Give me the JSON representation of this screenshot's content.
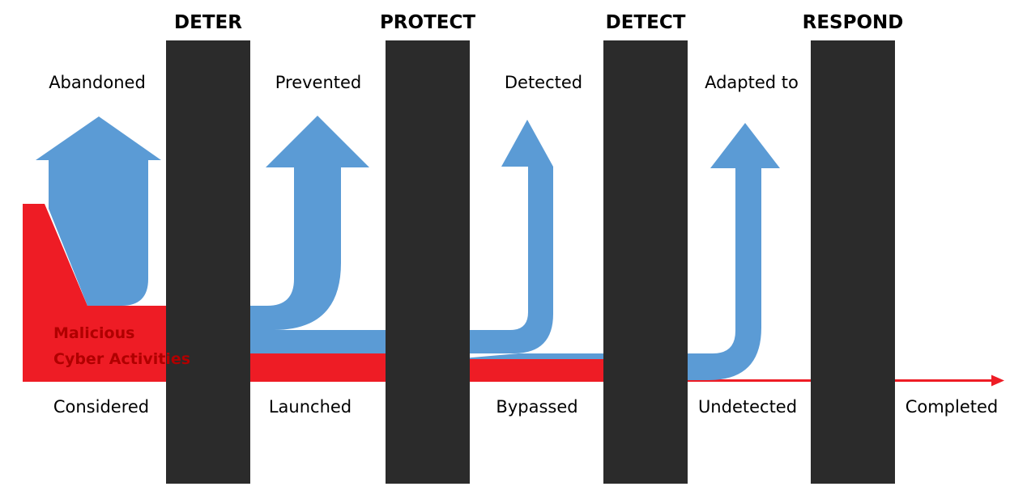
{
  "stages": [
    {
      "label": "DETER"
    },
    {
      "label": "PROTECT"
    },
    {
      "label": "DETECT"
    },
    {
      "label": "RESPOND"
    }
  ],
  "outcomes": [
    {
      "label": "Abandoned"
    },
    {
      "label": "Prevented"
    },
    {
      "label": "Detected"
    },
    {
      "label": "Adapted to"
    }
  ],
  "flow_labels": [
    {
      "label": "Considered"
    },
    {
      "label": "Launched"
    },
    {
      "label": "Bypassed"
    },
    {
      "label": "Undetected"
    },
    {
      "label": "Completed"
    }
  ],
  "malicious": {
    "line1": "Malicious",
    "line2": "Cyber Activities"
  },
  "colors": {
    "barrier": "#2b2b2b",
    "arrow": "#5b9bd5",
    "threat": "#ee1c25",
    "text": "#000000",
    "malicious_text": "#b00000"
  }
}
